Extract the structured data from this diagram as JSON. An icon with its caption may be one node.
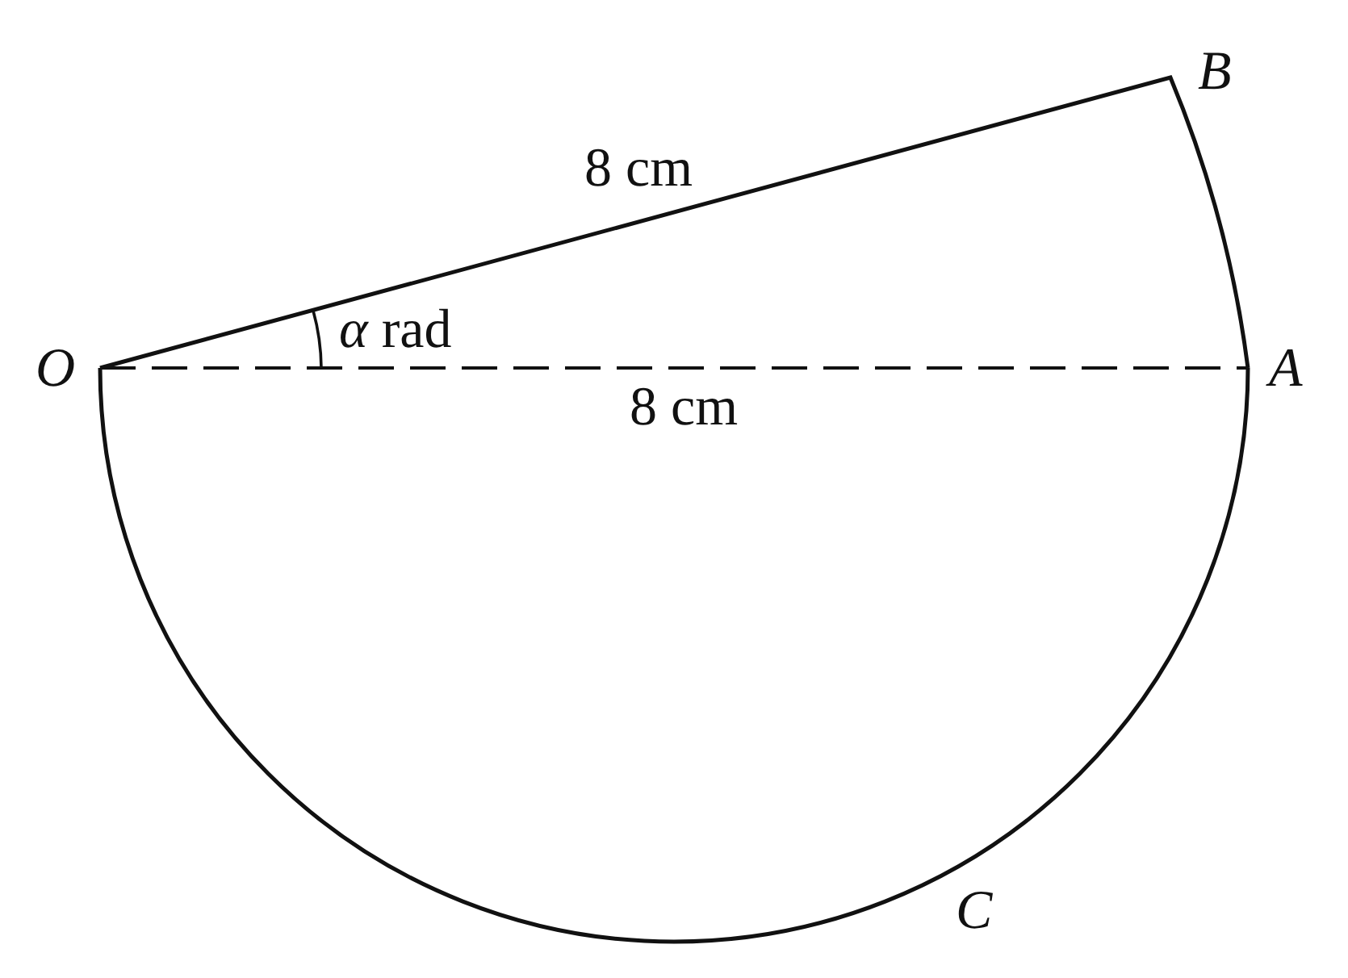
{
  "diagram": {
    "labels": [
      "B",
      "8 cm",
      "O",
      "*α* rad",
      "A",
      "8 cm",
      "C"
    ]
  }
}
